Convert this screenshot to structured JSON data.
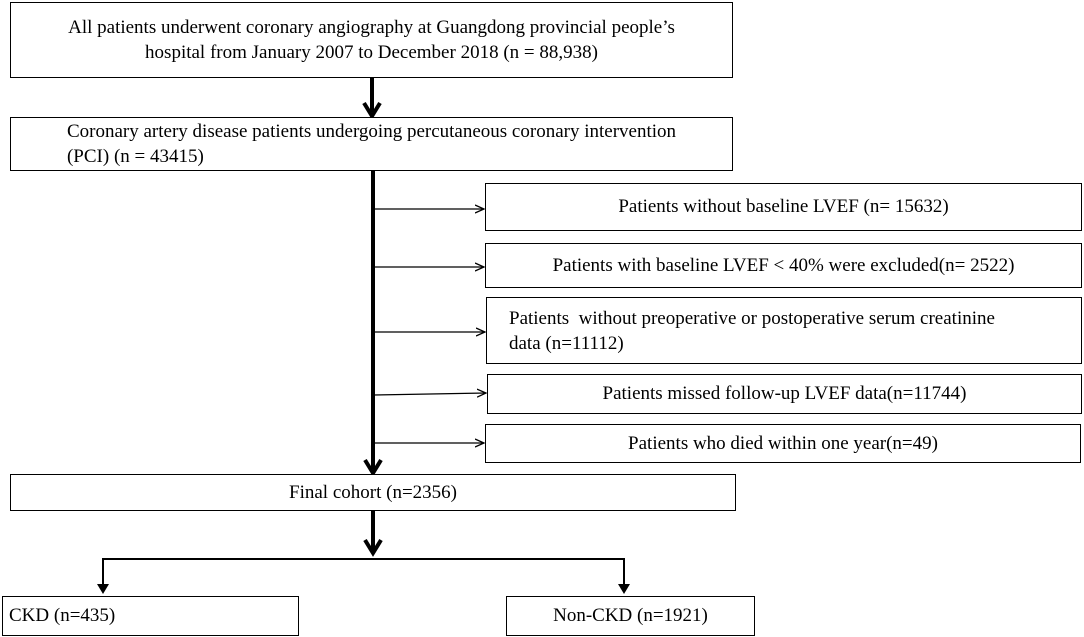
{
  "boxes": {
    "all_patients": {
      "line1": "All patients underwent coronary angiography at Guangdong provincial people’s",
      "line2": "hospital from January 2007 to December 2018 (n = 88,938)"
    },
    "pci": {
      "line1": "Coronary artery disease patients undergoing percutaneous coronary intervention",
      "line2": "(PCI) (n = 43415)"
    },
    "excl_no_lvef": "Patients without baseline LVEF (n= 15632)",
    "excl_low_lvef": "Patients with baseline LVEF < 40% were excluded(n= 2522)",
    "excl_no_creatinine": {
      "line1": "Patients  without preoperative or postoperative serum creatinine",
      "line2": "data (n=11112)"
    },
    "excl_missed_followup": "Patients missed follow-up LVEF data(n=11744)",
    "excl_died": "Patients who died within one year(n=49)",
    "final_cohort": "Final cohort (n=2356)",
    "ckd": "CKD (n=435)",
    "non_ckd": "Non-CKD (n=1921)"
  }
}
